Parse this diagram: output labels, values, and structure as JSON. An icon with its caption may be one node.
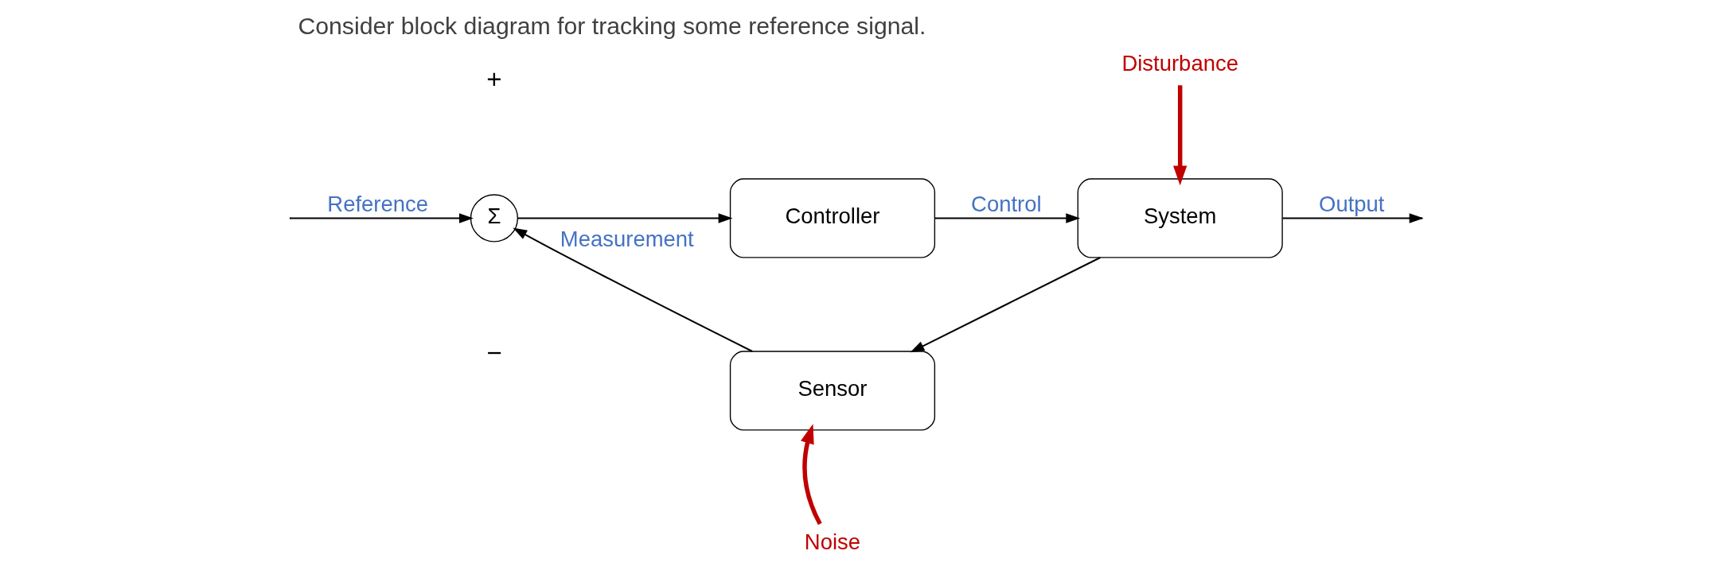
{
  "diagram": {
    "title": "Consider block diagram for tracking some reference signal.",
    "nodes": [
      {
        "text": [
          "Σ"
        ]
      },
      {
        "text": [
          "Controller"
        ]
      },
      {
        "text": [
          "System"
        ]
      },
      {
        "text": [
          "Sensor"
        ]
      },
      {
        "text": [
          "Disturbance"
        ]
      },
      {
        "text": [
          "Noise"
        ]
      }
    ],
    "edges": [
      {
        "from": null,
        "to": 0,
        "arrow": "to",
        "label": "Reference"
      },
      {
        "from": 0,
        "to": 1,
        "arrow": "to"
      },
      {
        "from": 1,
        "to": 2,
        "arrow": "to",
        "label": "Control"
      },
      {
        "from": 2,
        "to": null,
        "arrow": "to",
        "label": "Output"
      },
      {
        "from": 2,
        "to": 3,
        "arrow": "to"
      },
      {
        "from": 3,
        "to": 0,
        "arrow": "to",
        "label": "Measurement"
      },
      {
        "from": 4,
        "to": 2,
        "arrow": "to",
        "style": "thick",
        "color": "#c00000"
      },
      {
        "from": 5,
        "to": 3,
        "arrow": "to",
        "style": "thick",
        "color": "#c00000"
      }
    ],
    "labels": [
      "+",
      "−"
    ]
  }
}
